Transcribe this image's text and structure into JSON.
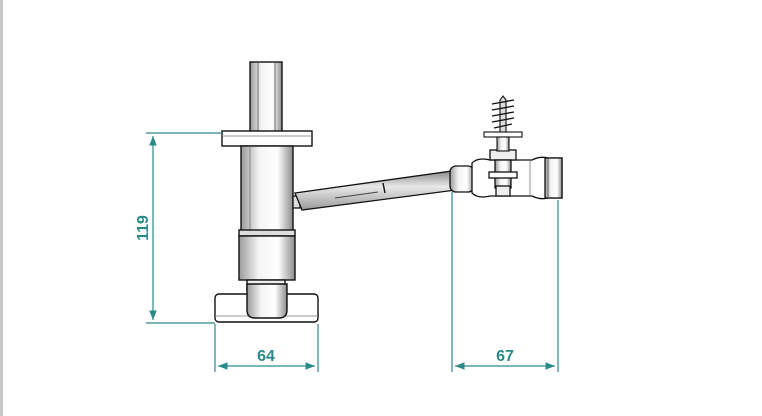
{
  "colors": {
    "dimension": "#2a8a8a",
    "outline": "#111111",
    "part_fill": "#ffffff",
    "shade": "#bdbdbd",
    "border": "#c8c8c8"
  },
  "dimensions": {
    "height": "119",
    "base_width": "64",
    "offset_width": "67"
  }
}
